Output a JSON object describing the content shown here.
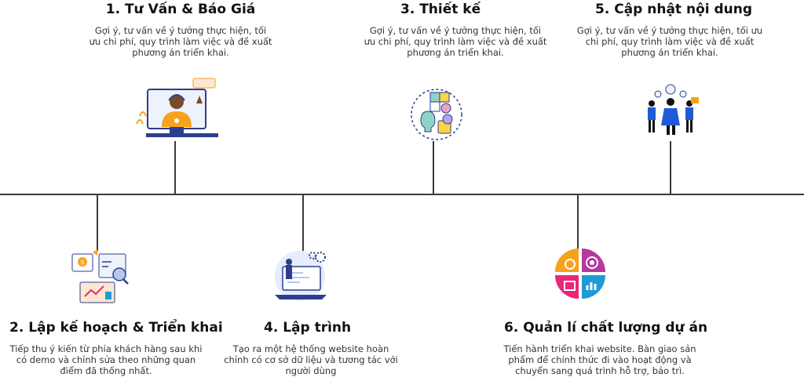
{
  "steps": [
    {
      "title": "1. Tư Vấn & Báo Giá",
      "desc": "Gợi ý, tư vấn về ý tưởng thực hiện, tối ưu chi phí, quy trình làm việc và đề xuất phương án triển khai.",
      "icon": "consultant-video-call-icon"
    },
    {
      "title": "2. Lập kế hoạch & Triển khai",
      "desc": "Tiếp thu ý kiến từ phía khách hàng sau khi có demo và chỉnh sửa theo những quan điểm đã thống nhất.",
      "icon": "planning-analytics-icon"
    },
    {
      "title": "3. Thiết kế",
      "desc": "Gợi ý, tư vấn về ý tưởng thực hiện, tối ưu chi phí, quy trình làm việc và đề xuất phương án triển khai.",
      "icon": "design-idea-icon"
    },
    {
      "title": "4. Lập trình",
      "desc": "Tạo ra một hệ thống website hoàn chỉnh có cơ sở dữ liệu và tương tác với người dùng",
      "icon": "programming-laptop-icon"
    },
    {
      "title": "5. Cập nhật nội dung",
      "desc": "Gợi ý, tư vấn về ý tưởng thực hiện, tối ưu chi phí, quy trình làm việc và đề xuất phương án triển khai.",
      "icon": "content-team-icon"
    },
    {
      "title": "6. Quản lí chất lượng dự án",
      "desc": "Tiến hành triển khai website. Bàn giao sản phẩm để chính thức đi vào hoạt động và chuyển sang quá trình hỗ trợ, bảo trì.",
      "icon": "quality-quadrant-icon"
    }
  ],
  "colors": {
    "orange": "#f7a21b",
    "purple": "#b43a9d",
    "pink": "#e8267a",
    "blue": "#1f9ad6",
    "navy": "#2c3e90",
    "line": "#3a3a3a"
  }
}
